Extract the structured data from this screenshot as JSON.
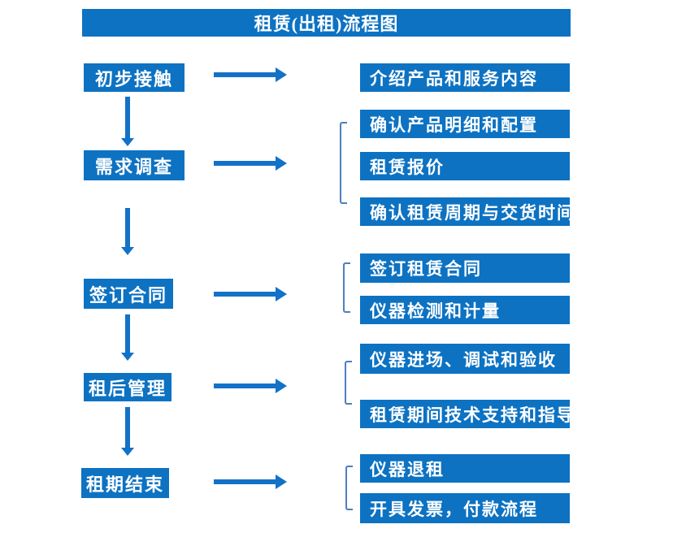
{
  "title": "租赁(出租)流程图",
  "colors": {
    "box_blue": "#0d72c2",
    "arrow_blue": "#1272c8",
    "bracket_blue": "#4d7fc0",
    "text_white": "#ffffff",
    "background": "#ffffff"
  },
  "flow": {
    "steps": [
      {
        "label": "初步接触",
        "details": [
          "介绍产品和服务内容"
        ]
      },
      {
        "label": "需求调查",
        "details": [
          "确认产品明细和配置",
          "租赁报价",
          "确认租赁周期与交货时间"
        ]
      },
      {
        "label": "签订合同",
        "details": [
          "签订租赁合同",
          "仪器检测和计量"
        ]
      },
      {
        "label": "租后管理",
        "details": [
          "仪器进场、调试和验收",
          "租赁期间技术支持和指导"
        ]
      },
      {
        "label": "租期结束",
        "details": [
          "仪器退租",
          "开具发票，付款流程"
        ]
      }
    ]
  }
}
